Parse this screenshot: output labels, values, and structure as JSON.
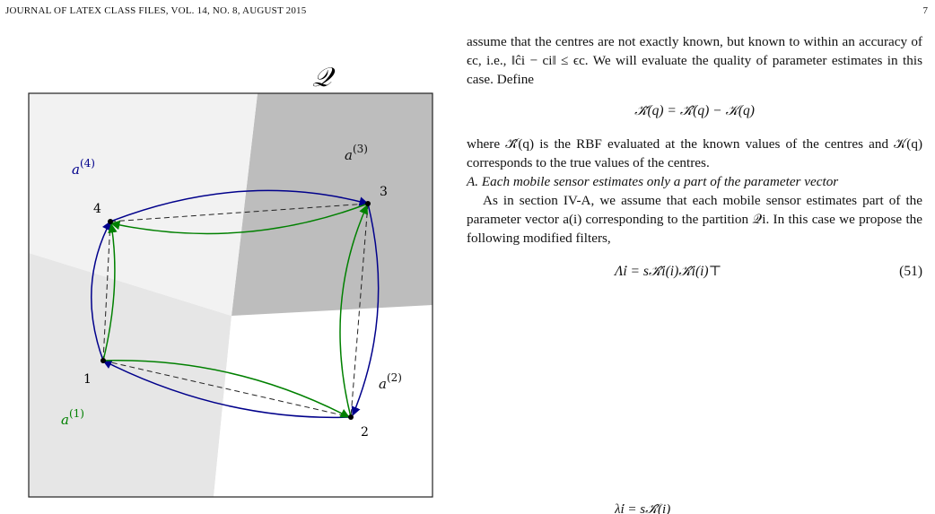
{
  "header": {
    "journal": "JOURNAL OF LATEX CLASS FILES, VOL. 14, NO. 8, AUGUST 2015",
    "page_number": "7"
  },
  "figure": {
    "domain_label": "𝒬",
    "region_labels": [
      "a(4)",
      "a(3)",
      "a(2)",
      "a(1)"
    ],
    "node_labels": [
      "4",
      "3",
      "1",
      "2"
    ],
    "colors": {
      "region1": "#e6e6e6",
      "region2": "#ffffff",
      "region3": "#bdbdbd",
      "region4": "#f2f2f2",
      "blue": "#00008b",
      "green": "#008000"
    }
  },
  "text": {
    "para1": "assume that the centres are not exactly known, but known to within an accuracy of ϵc, i.e., ‖ĉi − ci‖ ≤ ϵc. We will evaluate the quality of parameter estimates in this case. Define",
    "eq_define": "𝒦̃(q) = 𝒦̂(q) − 𝒦(q)",
    "para2": "where 𝒦̂(q) is the RBF evaluated at the known values of the centres and 𝒦(q) corresponds to the true values of the centres.",
    "section_title": "A.  Each mobile sensor estimates only a part of the parameter vector",
    "para3": "As in section IV-A, we assume that each mobile sensor estimates part of the parameter vector a(i) corresponding to the partition 𝒬i. In this case we propose the following modified filters,",
    "eq51": "Λ̇i = s𝒦̂i(i)𝒦̂i(i)⊤",
    "eq51_number": "(51)",
    "eq52_partial": "λ̇i = s𝒦̂(i)"
  }
}
